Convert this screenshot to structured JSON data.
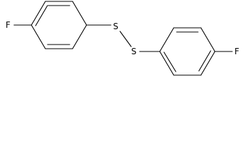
{
  "molecule": {
    "atoms": {
      "fluorine_left": "F",
      "sulfur_top": "S",
      "sulfur_bottom": "S",
      "fluorine_right": "F"
    }
  }
}
